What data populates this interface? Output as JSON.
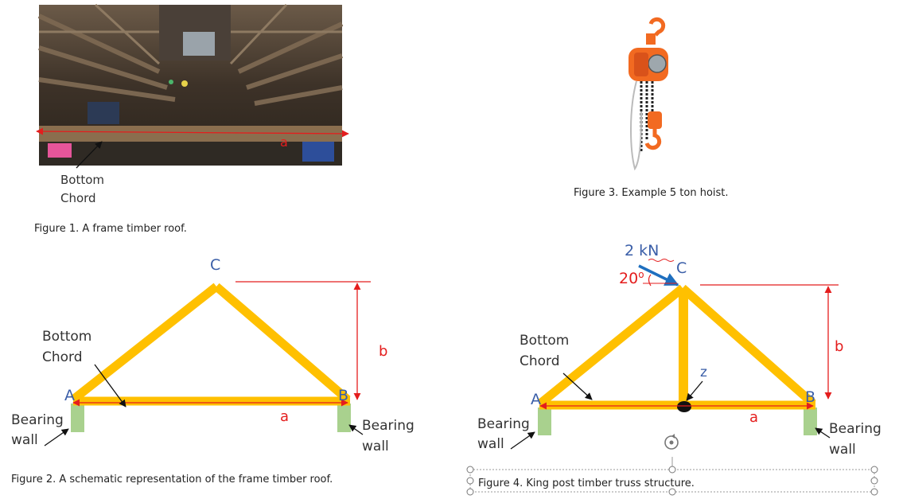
{
  "figure1": {
    "caption": "Figure 1. A frame timber roof.",
    "photo_label_line1": "Bottom",
    "photo_label_line2": "Chord",
    "dimension_label": "a"
  },
  "figure2": {
    "caption": "Figure 2. A schematic representation of the frame timber roof.",
    "node_a": "A",
    "node_b": "B",
    "node_c": "C",
    "bottom_chord_line1": "Bottom",
    "bottom_chord_line2": "Chord",
    "wall_left_line1": "Bearing",
    "wall_left_line2": "wall",
    "wall_right_line1": "Bearing",
    "wall_right_line2": "wall",
    "span_label": "a",
    "height_label": "b"
  },
  "figure3": {
    "caption": "Figure 3. Example 5 ton hoist."
  },
  "figure4": {
    "caption": "Figure 4. King post timber truss structure.",
    "node_a": "A",
    "node_b": "B",
    "node_c": "C",
    "node_z": "z",
    "force_label": "2 kN",
    "angle_label": "20",
    "angle_unit": "o",
    "bottom_chord_line1": "Bottom",
    "bottom_chord_line2": "Chord",
    "wall_left_line1": "Bearing",
    "wall_left_line2": "wall",
    "wall_right_line1": "Bearing",
    "wall_right_line2": "wall",
    "span_label": "a",
    "height_label": "b"
  },
  "colors": {
    "member": "#ffc000",
    "wall": "#a9d18e",
    "dimension": "#e41d1d",
    "force": "#1f6fbf",
    "hoist": "#f26a21"
  }
}
